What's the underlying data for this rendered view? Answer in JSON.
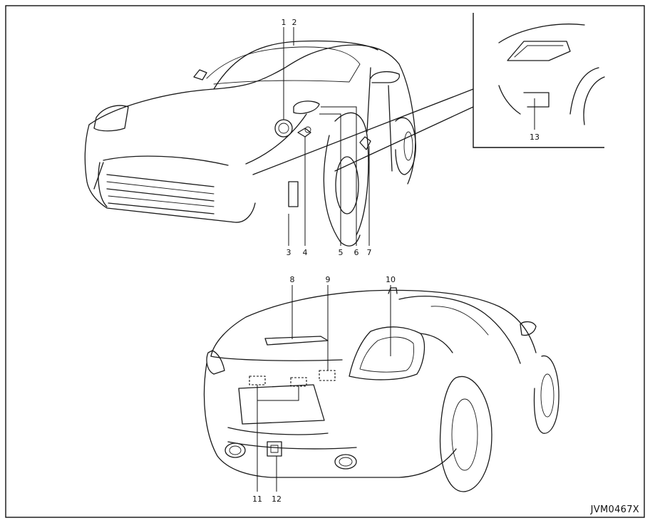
{
  "callouts": [
    "1",
    "2",
    "3",
    "4",
    "5",
    "6",
    "7",
    "8",
    "9",
    "10",
    "11",
    "12",
    "13"
  ],
  "figure_code": "JVM0467X"
}
